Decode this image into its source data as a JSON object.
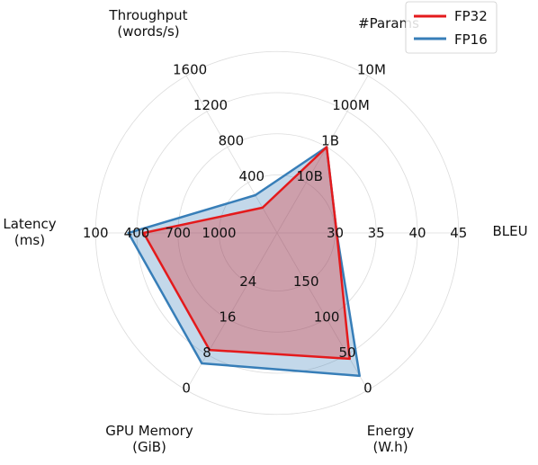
{
  "chart_data": {
    "type": "radar",
    "axes": [
      {
        "key": "bleu",
        "label": [
          "BLEU"
        ],
        "ticks": [
          "30",
          "35",
          "40",
          "45"
        ]
      },
      {
        "key": "params",
        "label": [
          "#Params"
        ],
        "ticks": [
          "10B",
          "1B",
          "100M",
          "10M"
        ]
      },
      {
        "key": "throughput",
        "label": [
          "Throughput",
          "(words/s)"
        ],
        "ticks": [
          "400",
          "800",
          "1200",
          "1600"
        ]
      },
      {
        "key": "latency",
        "label": [
          "Latency",
          "(ms)"
        ],
        "ticks": [
          "1000",
          "700",
          "400",
          "100"
        ]
      },
      {
        "key": "gpu_memory",
        "label": [
          "GPU Memory",
          "(GiB)"
        ],
        "ticks": [
          "24",
          "16",
          "8",
          "0"
        ]
      },
      {
        "key": "energy",
        "label": [
          "Energy",
          "(W.h)"
        ],
        "ticks": [
          "150",
          "100",
          "50",
          "0"
        ]
      }
    ],
    "series": [
      {
        "name": "FP32",
        "color": "#e41a1c",
        "fill": "#e41a1c",
        "fill_opacity": 0.3,
        "values": {
          "bleu": 30.2,
          "params": 1.0,
          "throughput": 120,
          "latency": 450,
          "gpu_memory": 9.0,
          "energy": 44
        }
      },
      {
        "name": "FP16",
        "color": "#377eb8",
        "fill": "#377eb8",
        "fill_opacity": 0.3,
        "values": {
          "bleu": 30.2,
          "params": 1.0,
          "throughput": 260,
          "latency": 340,
          "gpu_memory": 6.0,
          "energy": 20
        }
      }
    ],
    "legend": {
      "placement": "top-right"
    },
    "grid": true
  }
}
